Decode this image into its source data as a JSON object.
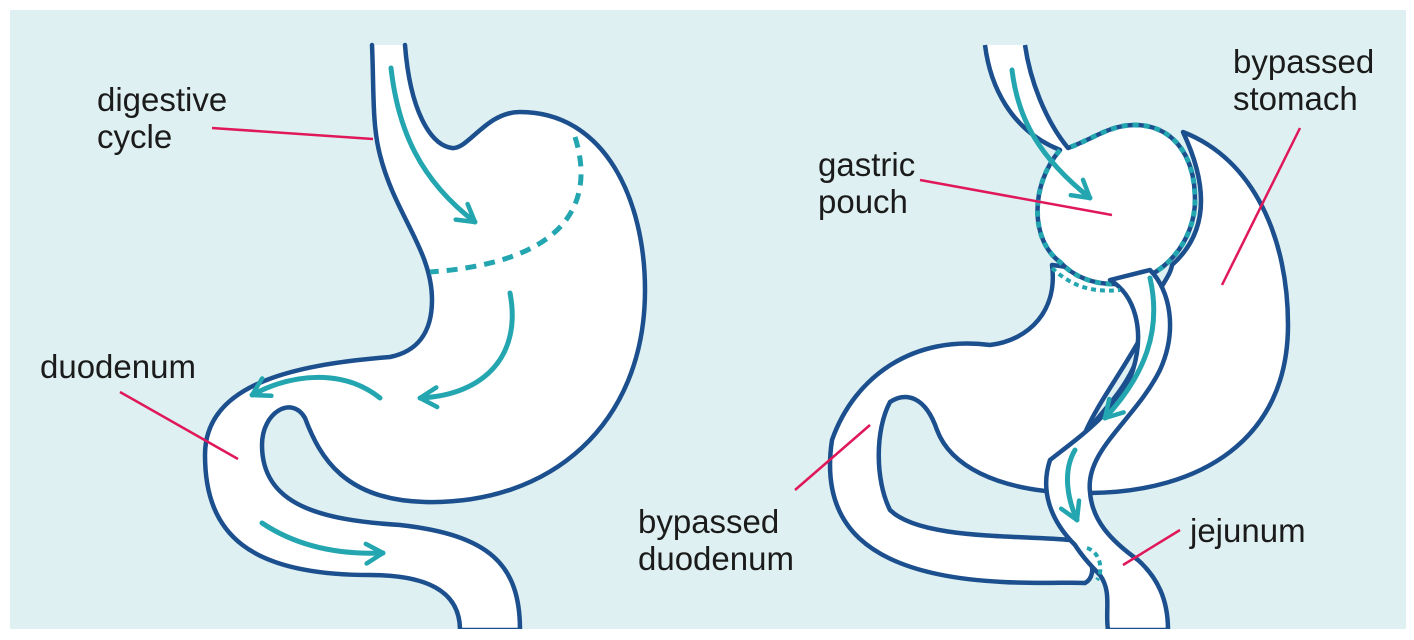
{
  "colors": {
    "background": "#def0f1",
    "outline": "#1c4f8e",
    "flow_arrow": "#23a6b0",
    "leader_line": "#e0185a",
    "organ_fill": "#ffffff"
  },
  "left_figure": {
    "labels": {
      "digestive_cycle_line1": "digestive",
      "digestive_cycle_line2": "cycle",
      "duodenum": "duodenum"
    }
  },
  "right_figure": {
    "labels": {
      "gastric_pouch_line1": "gastric",
      "gastric_pouch_line2": "pouch",
      "bypassed_stomach_line1": "bypassed",
      "bypassed_stomach_line2": "stomach",
      "bypassed_duodenum_line1": "bypassed",
      "bypassed_duodenum_line2": "duodenum",
      "jejunum": "jejunum"
    }
  }
}
